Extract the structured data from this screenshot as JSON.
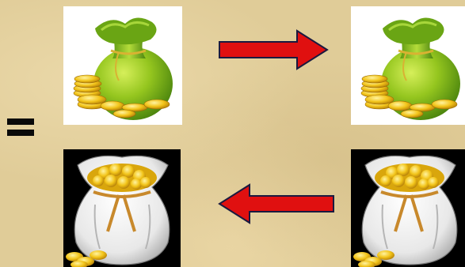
{
  "scene": {
    "background_color": "#e0cc98",
    "tiles": [
      {
        "name": "green-money-bag-original",
        "icon": "green-money-bag-with-gold-coins-icon",
        "background": "#ffffff"
      },
      {
        "name": "green-money-bag-copy",
        "icon": "green-money-bag-with-gold-coins-icon",
        "background": "#ffffff"
      },
      {
        "name": "white-money-sack-left",
        "icon": "white-sack-full-of-gold-coins-icon",
        "background": "#000000"
      },
      {
        "name": "white-money-sack-right",
        "icon": "white-sack-full-of-gold-coins-icon",
        "background": "#000000"
      }
    ],
    "arrows": [
      {
        "name": "arrow-right",
        "direction": "right",
        "color": "#e01010"
      },
      {
        "name": "arrow-left",
        "direction": "left",
        "color": "#e01010"
      }
    ],
    "symbols": [
      {
        "name": "equals-sign",
        "glyph": "="
      }
    ],
    "colors": {
      "arrow_red": "#e01010",
      "arrow_outline": "#1a1a40",
      "bag_green": "#8ec21f",
      "gold": "#f2c419"
    }
  }
}
